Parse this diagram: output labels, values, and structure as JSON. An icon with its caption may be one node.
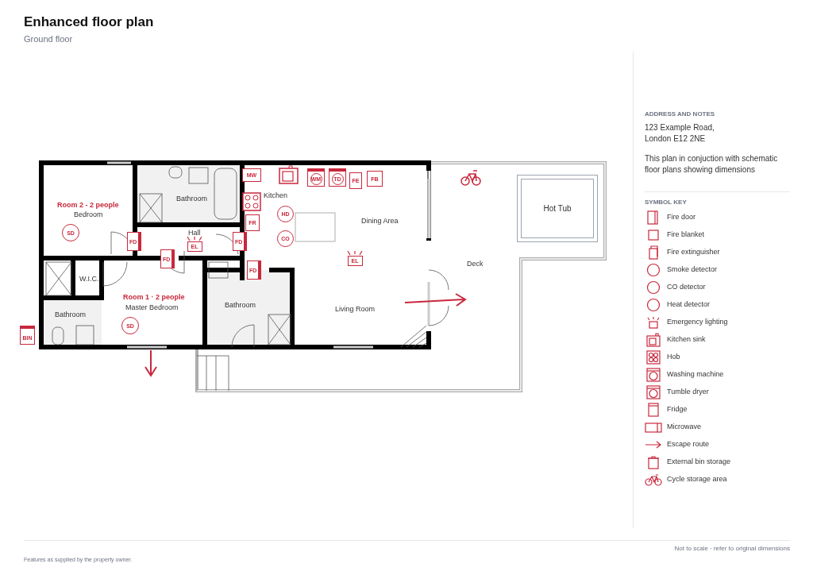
{
  "diagram": {
    "title": "Enhanced floor plan",
    "nodes": [
      {
        "text": [
          "MW"
        ]
      },
      {
        "text": [
          "WM"
        ]
      },
      {
        "text": [
          "TD"
        ]
      },
      {
        "text": [
          "FE"
        ]
      },
      {
        "text": [
          "FB"
        ]
      },
      {
        "text": [
          "HD"
        ]
      },
      {
        "text": [
          "FR"
        ]
      },
      {
        "text": [
          "CO"
        ]
      },
      {
        "text": [
          "FD"
        ]
      },
      {
        "text": [
          "EL"
        ]
      },
      {
        "text": [
          "FD"
        ]
      },
      {
        "text": [
          "EL"
        ]
      },
      {
        "text": [
          "FD"
        ]
      },
      {
        "text": [
          "FD"
        ]
      },
      {
        "text": [
          "SD"
        ]
      },
      {
        "text": [
          "SD"
        ]
      },
      {
        "text": [
          "BIN"
        ]
      },
      {
        "text": [
          "Hot Tub"
        ]
      }
    ],
    "labels": [
      "Ground floor",
      "Room 2 - 2 people",
      "Bedroom",
      "Bathroom",
      "Kitchen",
      "Hall",
      "Dining Area",
      "Deck",
      "W.I.C.",
      "Room 1 · 2 people",
      "Master Bedroom",
      "Bathroom",
      "Living Room",
      "Bathroom",
      "ADDRESS AND NOTES",
      "123 Example Road, London E12 2NE",
      "This plan in conjuction with schematic floor plans showing dimensions",
      "SYMBOL KEY",
      "Not to scale · refer to original dimensions",
      "Features as supplied by the property owner."
    ],
    "legend": [
      {
        "text": "Fire door"
      },
      {
        "text": "Fire blanket"
      },
      {
        "text": "Fire extinguisher"
      },
      {
        "text": "Smoke detector"
      },
      {
        "text": "CO detector"
      },
      {
        "text": "Heat detector"
      },
      {
        "text": "Emergency lighting"
      },
      {
        "text": "Kitchen sink"
      },
      {
        "text": "Hob"
      },
      {
        "text": "Washing machine"
      },
      {
        "text": "Tumble dryer"
      },
      {
        "text": "Fridge"
      },
      {
        "text": "Microwave"
      },
      {
        "text": "Escape route"
      },
      {
        "text": "External bin storage"
      },
      {
        "text": "Cycle storage area"
      }
    ]
  }
}
